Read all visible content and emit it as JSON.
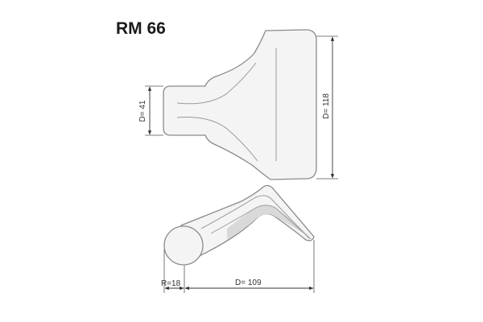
{
  "title": "RM 66",
  "top_view": {
    "dim_handle_height": "D= 41",
    "dim_blade_height": "D= 118"
  },
  "side_view": {
    "dim_radius": "R=18",
    "dim_length": "D= 109"
  },
  "colors": {
    "outline": "#8a8a8a",
    "fill": "#f4f4f4",
    "shadow": "#d9d9d9",
    "dimension": "#333333"
  }
}
